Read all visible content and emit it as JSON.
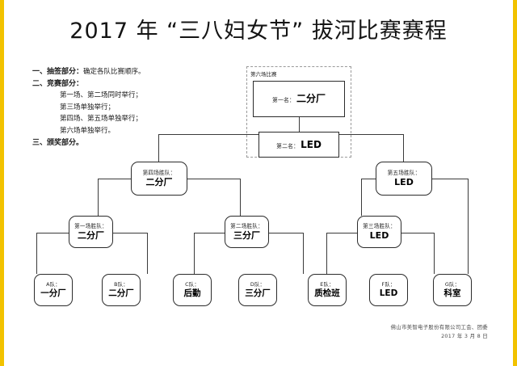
{
  "title": "2017 年 “三八妇女节” 拔河比赛赛程",
  "notes": {
    "item1_num": "一、",
    "item1_head": "抽签部分：",
    "item1_text": "确定各队比赛顺序。",
    "item2_num": "二、",
    "item2_head": "竞赛部分：",
    "item2_lines": [
      "第一场、第二场同时举行；",
      "第三场单独举行；",
      "第四场、第五场单独举行；",
      "第六场单独举行。"
    ],
    "item3_num": "三、",
    "item3_head": "颁奖部分。"
  },
  "final_group": {
    "group_label": "第六场比赛",
    "first": {
      "label": "第一名：",
      "value": "二分厂"
    },
    "second": {
      "label": "第二名：",
      "value": "LED"
    }
  },
  "rounds": {
    "semi": [
      {
        "name": "round4-winner",
        "label": "第四场胜队：",
        "value": "二分厂"
      },
      {
        "name": "round5-winner",
        "label": "第五场胜队：",
        "value": "LED"
      }
    ],
    "quarter": [
      {
        "name": "round1-winner",
        "label": "第一场胜队：",
        "value": "二分厂"
      },
      {
        "name": "round2-winner",
        "label": "第二场胜队：",
        "value": "三分厂"
      },
      {
        "name": "round3-winner",
        "label": "第三场胜队：",
        "value": "LED"
      }
    ],
    "teams": [
      {
        "name": "team-a",
        "label": "A队：",
        "value": "一分厂"
      },
      {
        "name": "team-b",
        "label": "B队：",
        "value": "二分厂"
      },
      {
        "name": "team-c",
        "label": "C队：",
        "value": "后勤"
      },
      {
        "name": "team-d",
        "label": "D队：",
        "value": "三分厂"
      },
      {
        "name": "team-e",
        "label": "E队：",
        "value": "质检班"
      },
      {
        "name": "team-f",
        "label": "F队：",
        "value": "LED"
      },
      {
        "name": "team-g",
        "label": "G队：",
        "value": "科室"
      }
    ]
  },
  "footer": {
    "line1": "佛山市美智电子股份有限公司工会、团委",
    "line2": "2017 年 3 月 8 日"
  },
  "colors": {
    "frame": "#f2c200",
    "line": "#3a3a3a",
    "box_border": "#2b2b2b",
    "dashed": "#9a9a9a"
  }
}
